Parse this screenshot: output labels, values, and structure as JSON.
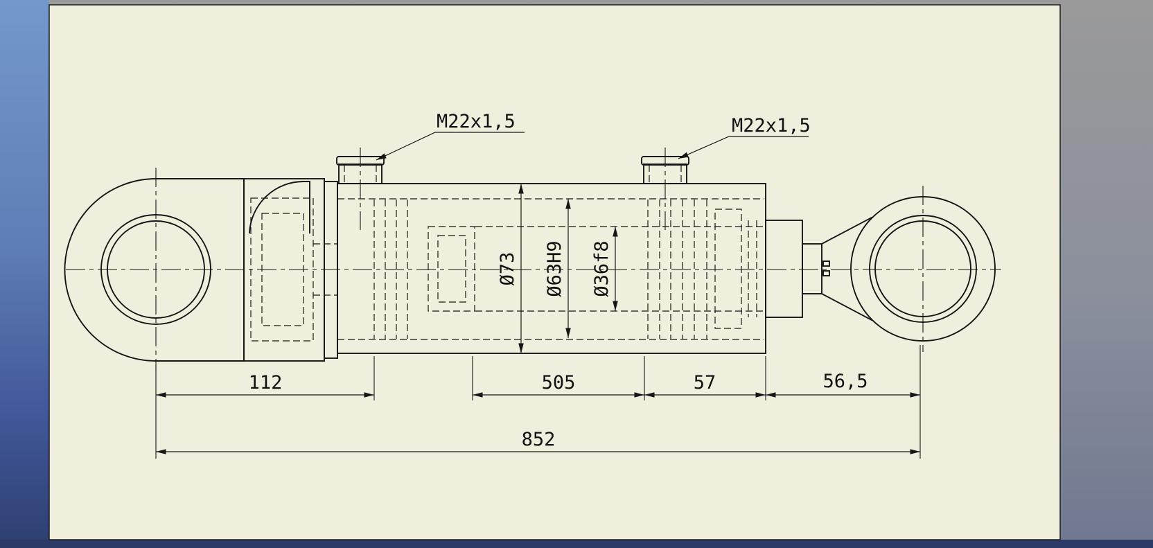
{
  "window": {
    "viewport_colors": {
      "left_gradient_top": "#7398cb",
      "left_gradient_bottom": "#2e3f70",
      "right_panel_top": "#9a9a9a",
      "right_panel_bottom": "#6f7890",
      "bottom_bar": "#2b3a66",
      "sheet": "#f0eedd",
      "line": "#161616"
    }
  },
  "drawing": {
    "port_callouts": [
      {
        "label": "M22x1,5"
      },
      {
        "label": "M22x1,5"
      }
    ],
    "diameter_dimensions": [
      {
        "label": "Ø73"
      },
      {
        "label": "Ø63H9"
      },
      {
        "label": "Ø36f8"
      }
    ],
    "length_dimensions": [
      {
        "label": "112"
      },
      {
        "label": "505"
      },
      {
        "label": "57"
      },
      {
        "label": "56,5"
      },
      {
        "label": "852"
      }
    ]
  }
}
